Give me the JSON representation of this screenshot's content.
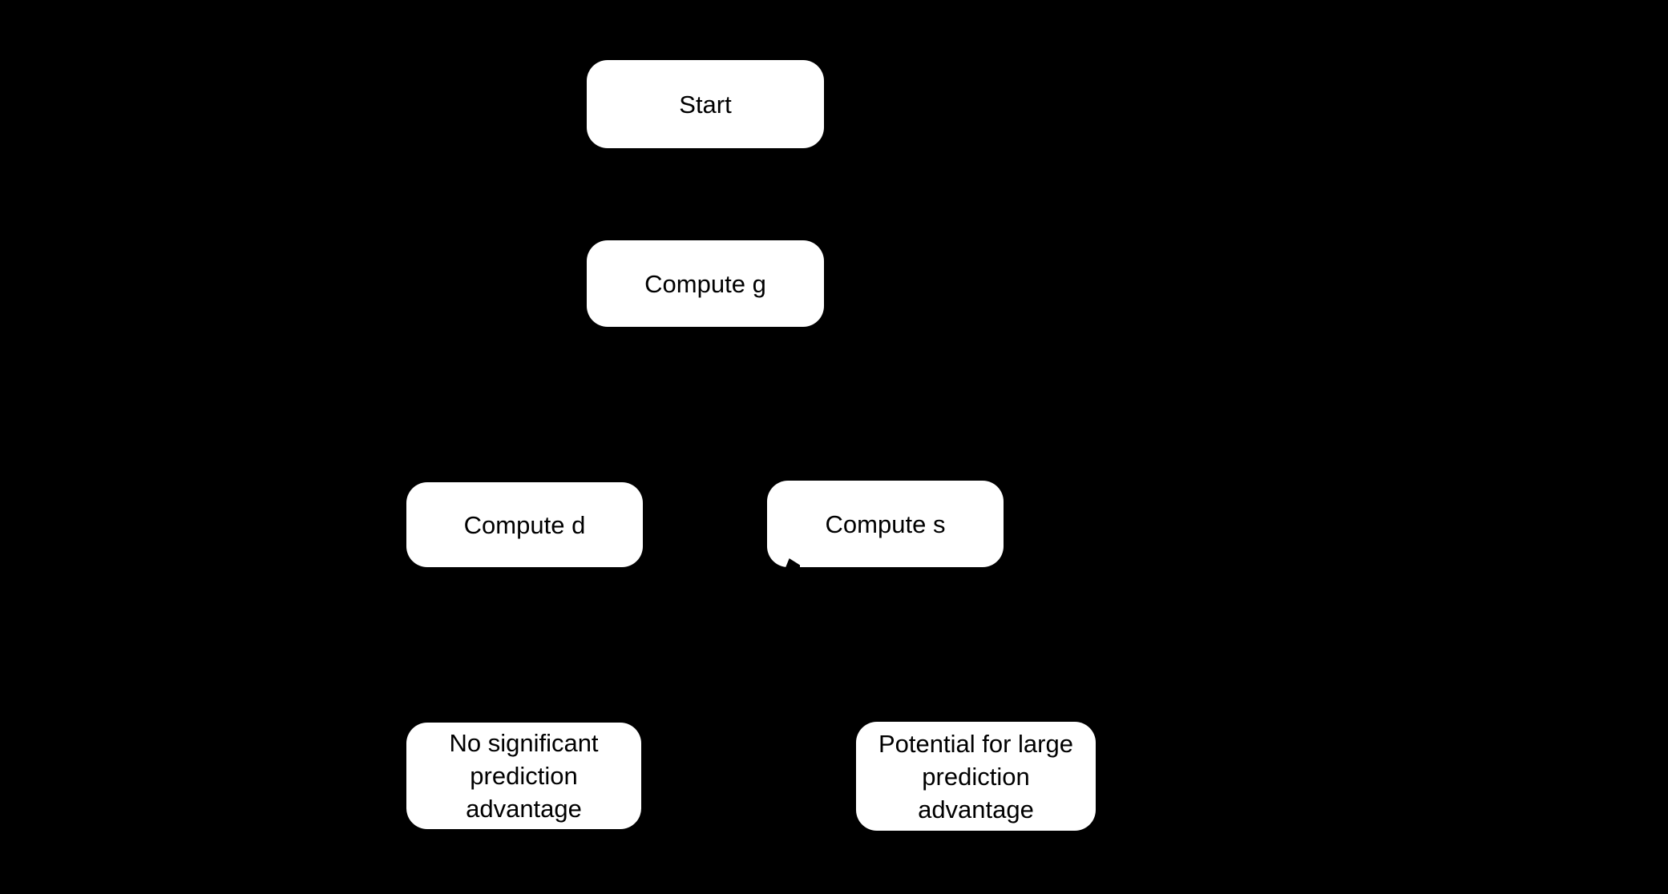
{
  "diagram": {
    "type": "flowchart",
    "background_color": "#000000",
    "node_fill_color": "#ffffff",
    "node_text_color": "#000000",
    "nodes": {
      "start": {
        "label": "Start"
      },
      "compute_g": {
        "label": "Compute g"
      },
      "compute_d": {
        "label": "Compute d"
      },
      "compute_s": {
        "label": "Compute s"
      },
      "outcome_negative": {
        "lines": [
          "No significant",
          "prediction",
          "advantage"
        ]
      },
      "outcome_positive": {
        "lines": [
          "Potential for large",
          "prediction",
          "advantage"
        ]
      }
    },
    "notes": {
      "connectors_visible": "none (black connectors on black background)",
      "visible_artifact": "black arrowhead tip overlapping bottom-left edge of Compute s box"
    }
  }
}
